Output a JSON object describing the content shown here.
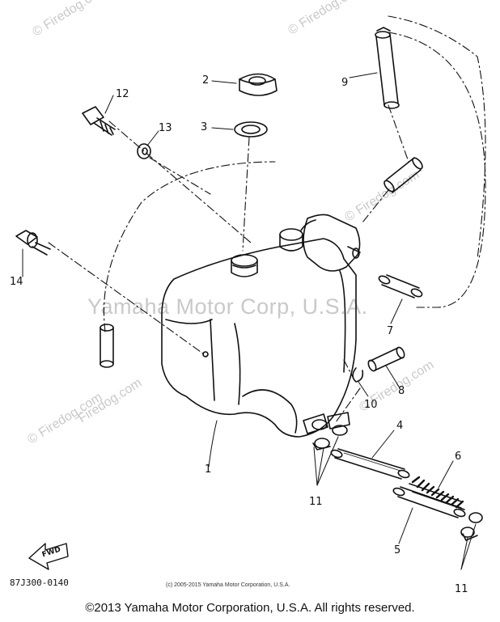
{
  "watermark": {
    "main": "Yamaha Motor Corp, U.S.A.",
    "site": "Firedog.com",
    "site_copyright": "© Firedog.com"
  },
  "callouts": {
    "p1": "1",
    "p2": "2",
    "p3": "3",
    "p4": "4",
    "p5": "5",
    "p6": "6",
    "p7": "7",
    "p8": "8",
    "p9": "9",
    "p10": "10",
    "p11a": "11",
    "p11b": "11",
    "p12": "12",
    "p13": "13",
    "p14": "14"
  },
  "fwd_label": "FWD",
  "part_code": "87J300-0140",
  "small_copyright": "(c) 2005-2015 Yamaha Motor Corporation, U.S.A.",
  "footer": "©2013 Yamaha Motor Corporation, U.S.A. All rights reserved."
}
